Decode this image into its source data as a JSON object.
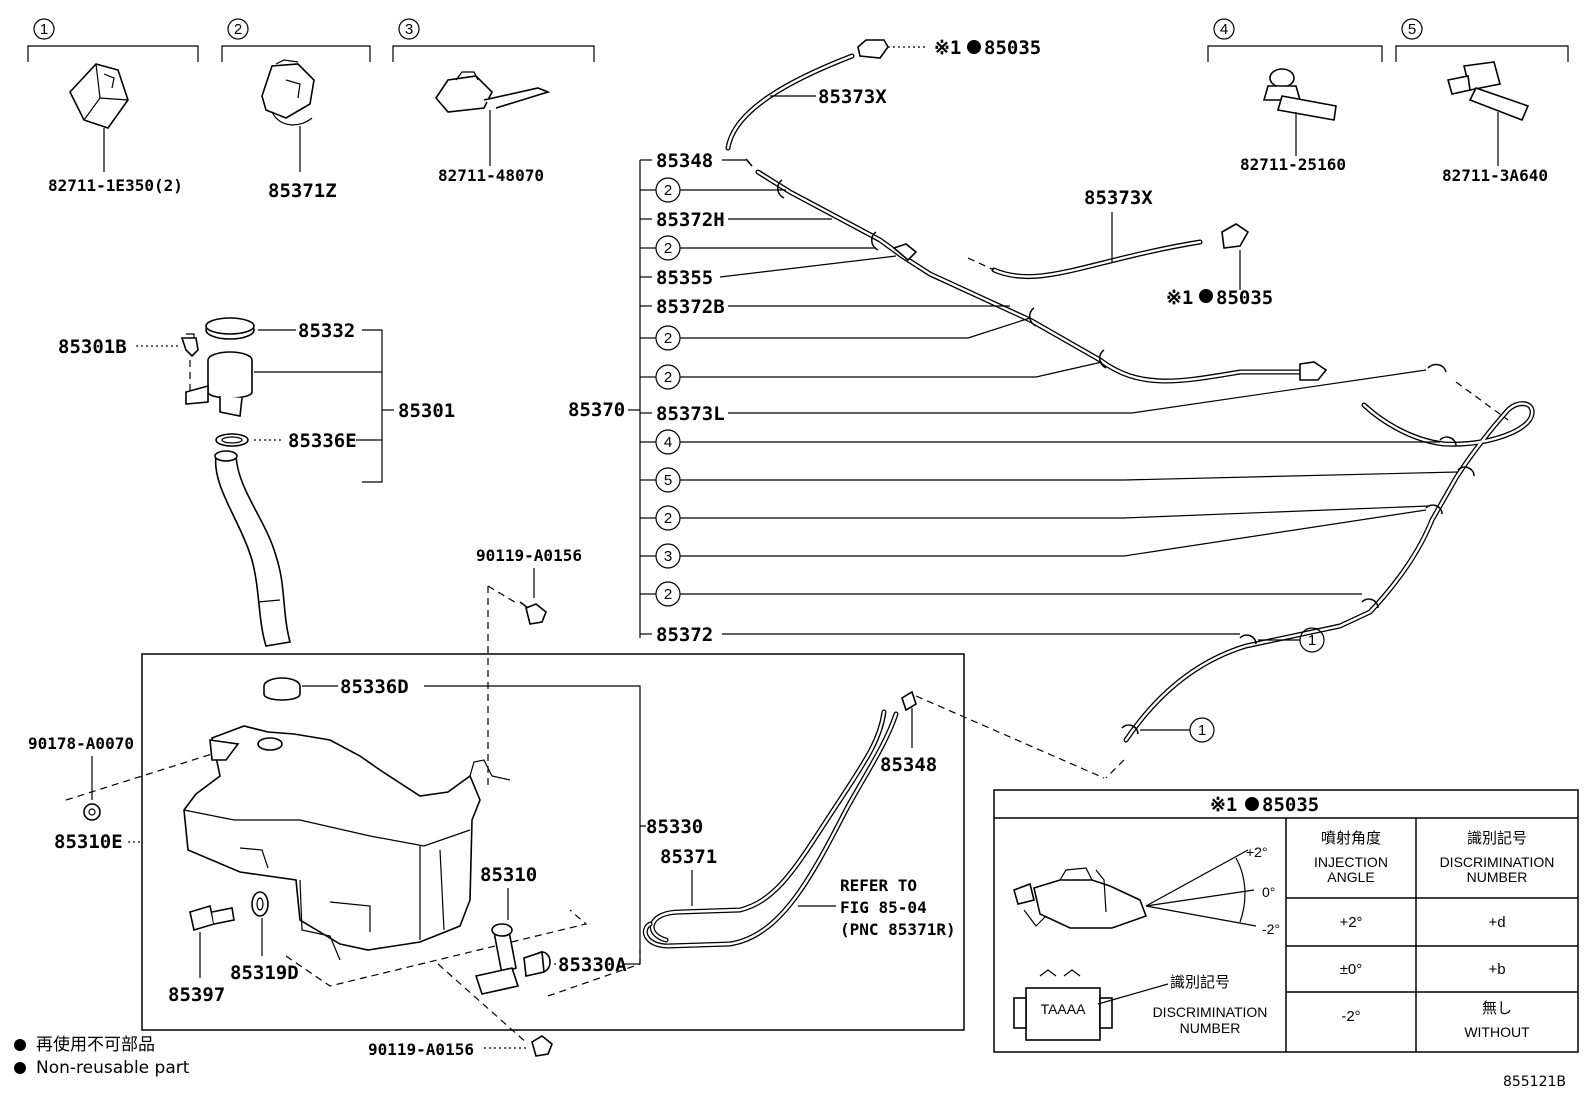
{
  "groups": [
    {
      "num": "1",
      "part": "82711-1E350(2)"
    },
    {
      "num": "2",
      "part": "85371Z"
    },
    {
      "num": "3",
      "part": "82711-48070"
    },
    {
      "num": "4",
      "part": "82711-25160"
    },
    {
      "num": "5",
      "part": "82711-3A640"
    }
  ],
  "nozzle_mark": "※1",
  "parts": {
    "p85035": "85035",
    "p85373X": "85373X",
    "p85348": "85348",
    "p85372H": "85372H",
    "p85355": "85355",
    "p85372B": "85372B",
    "p85370": "85370",
    "p85373L": "85373L",
    "p85372": "85372",
    "p85301B": "85301B",
    "p85332": "85332",
    "p85301": "85301",
    "p85336E": "85336E",
    "p90119": "90119-A0156",
    "p85336D": "85336D",
    "p90178": "90178-A0070",
    "p85310E": "85310E",
    "p85330": "85330",
    "p85371": "85371",
    "p85310": "85310",
    "p85330A": "85330A",
    "p85397": "85397",
    "p85319D": "85319D"
  },
  "hose_callouts": [
    "2",
    "2",
    "2",
    "2",
    "4",
    "5",
    "2",
    "3",
    "2"
  ],
  "hose_end_callouts": [
    "1",
    "1"
  ],
  "refer": {
    "line1": "REFER TO",
    "line2": "FIG 85-04",
    "line3": "(PNC 85371R)"
  },
  "inset": {
    "title_mark": "※1",
    "title_part": "85035",
    "angle_labels": [
      "+2°",
      "0°",
      "-2°"
    ],
    "disc_jp": "識別記号",
    "disc_en1": "DISCRIMINATION",
    "disc_en2": "NUMBER",
    "table": {
      "col1_jp": "噴射角度",
      "col1_en1": "INJECTION",
      "col1_en2": "ANGLE",
      "col2_jp": "識別記号",
      "col2_en1": "DISCRIMINATION",
      "col2_en2": "NUMBER",
      "rows": [
        {
          "angle": "+2°",
          "num": "+d"
        },
        {
          "angle": "±0°",
          "num": "+b"
        },
        {
          "angle": "-2°",
          "num": "無し",
          "num2": "WITHOUT"
        }
      ]
    }
  },
  "legend": {
    "jp": "再使用不可部品",
    "en": "Non-reusable part"
  },
  "figure_id": "855121B"
}
